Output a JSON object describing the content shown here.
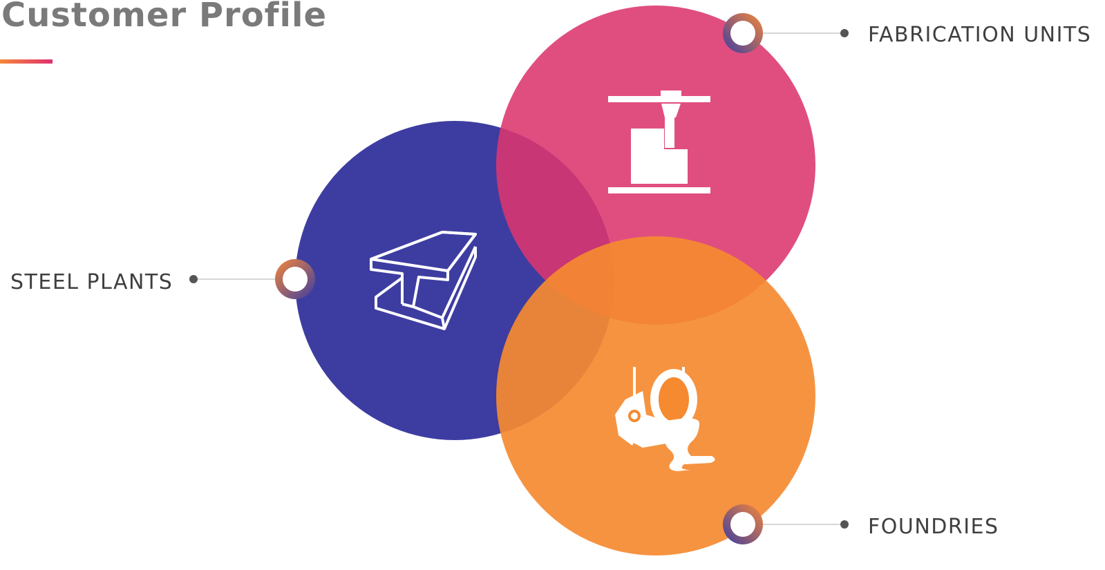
{
  "title": "Customer Profile",
  "segments": [
    {
      "id": "steel-plants",
      "label": "STEEL PLANTS",
      "color": "#3d3da1"
    },
    {
      "id": "fabrication-units",
      "label": "FABRICATION UNITS",
      "color": "#dc366e"
    },
    {
      "id": "foundries",
      "label": "FOUNDRIES",
      "color": "#f58a31"
    }
  ],
  "accent_gradient": [
    "#f5873a",
    "#e0306e"
  ],
  "icons": {
    "steel_plants": "steel-beam-icon",
    "fabrication_units": "cnc-drill-machine-icon",
    "foundries": "molten-ladle-icon"
  }
}
